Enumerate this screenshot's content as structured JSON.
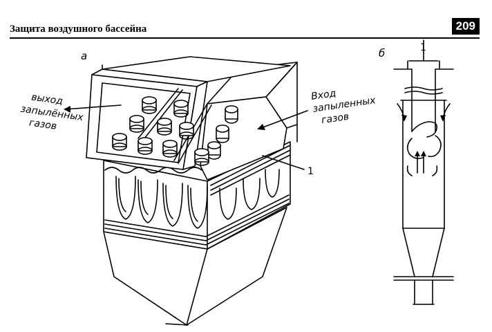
{
  "header": {
    "title": "Защита воздушного бассейна",
    "page_number": "209"
  },
  "figure": {
    "part_a_label": "а",
    "part_b_label": "б",
    "outlet_line1": "выход",
    "outlet_line2": "запылённых",
    "outlet_line3": "газов",
    "inlet_line1": "Вход",
    "inlet_line2": "запыленных",
    "inlet_line3": "газов",
    "callout_a": "1",
    "callout_b": "1"
  }
}
